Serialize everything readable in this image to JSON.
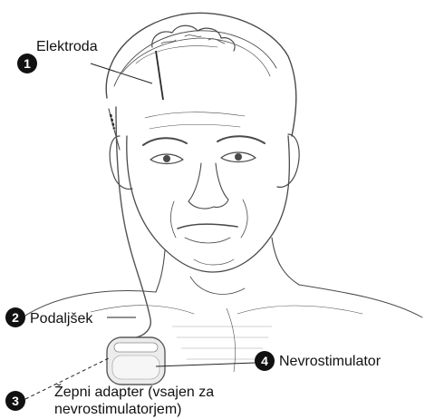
{
  "callouts": [
    {
      "number": "1",
      "label": "Elektroda"
    },
    {
      "number": "2",
      "label": "Podaljšek"
    },
    {
      "number": "3",
      "label_line1": "Žepni adapter (vsajen za",
      "label_line2": "nevrostimulatorjem)"
    },
    {
      "number": "4",
      "label": "Nevrostimulator"
    }
  ],
  "colors": {
    "badge": "#111111",
    "sketch": "#4a4a4a",
    "leader": "#222222",
    "device_fill": "#ececec"
  }
}
